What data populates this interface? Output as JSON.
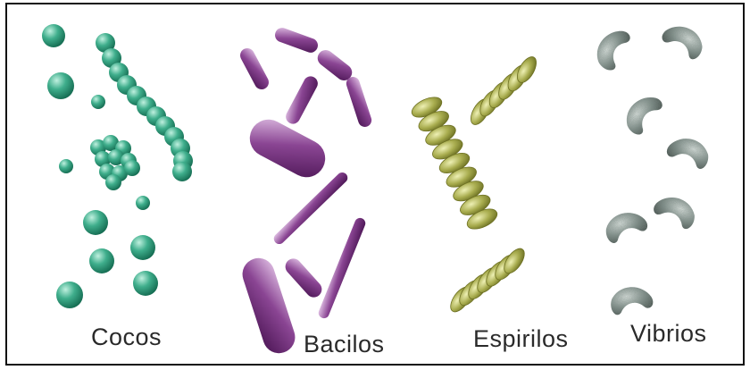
{
  "labels": {
    "cocos": "Cocos",
    "bacilos": "Bacilos",
    "espirilos": "Espirilos",
    "vibrios": "Vibrios"
  },
  "colors": {
    "cocos": "#2f9a7c",
    "bacilos": "#7a3a82",
    "espirilos": "#a8ac52",
    "vibrios": "#7d8c87"
  }
}
